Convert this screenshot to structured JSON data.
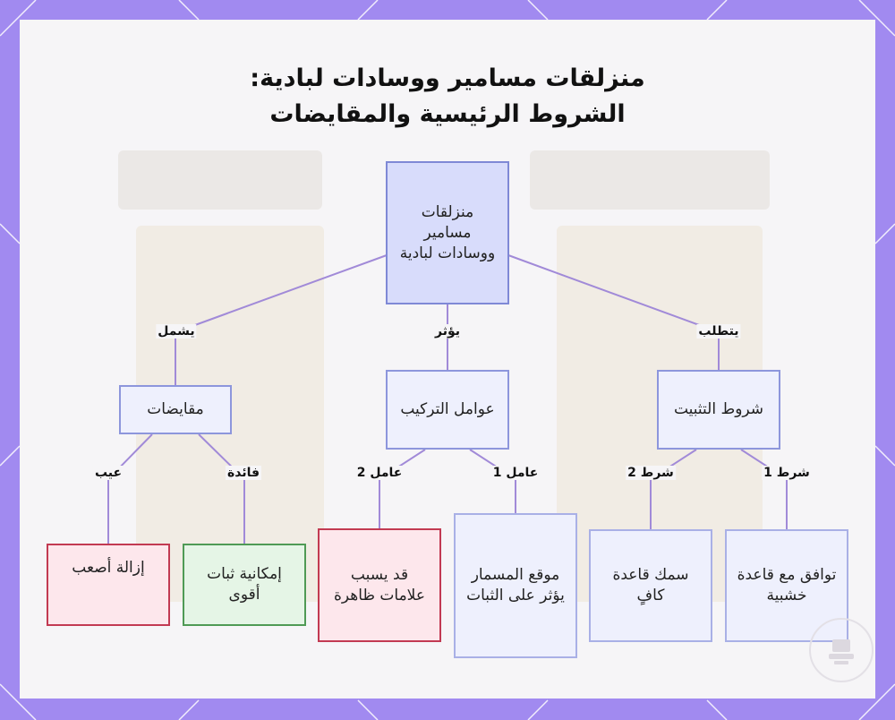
{
  "title_lines": [
    "منزلقات مسامير ووسادات لبادية:",
    "الشروط الرئيسية والمقايضات"
  ],
  "nodes": {
    "root": "منزلقات مسامير ووسادات لبادية",
    "tradeoffs": "مقايضات",
    "factors": "عوامل التركيب",
    "conditions": "شروط التثبيت",
    "harder_removal": "إزالة أصعب",
    "stronger_hold": "إمكانية ثبات أقوى",
    "visible_marks": "قد يسبب علامات ظاهرة",
    "nail_position": "موقع المسمار يؤثر على الثبات",
    "base_thickness": "سمك قاعدة كافٍ",
    "wood_base": "توافق مع قاعدة خشبية"
  },
  "edges": {
    "includes": "يشمل",
    "affects": "يؤثر",
    "requires": "يتطلب",
    "drawback": "عيب",
    "benefit": "فائدة",
    "factor2": "عامل 2",
    "factor1": "عامل 1",
    "cond2": "شرط 2",
    "cond1": "شرط 1"
  },
  "colors": {
    "edge": "#a18ad8",
    "frame": "#a18af0"
  }
}
